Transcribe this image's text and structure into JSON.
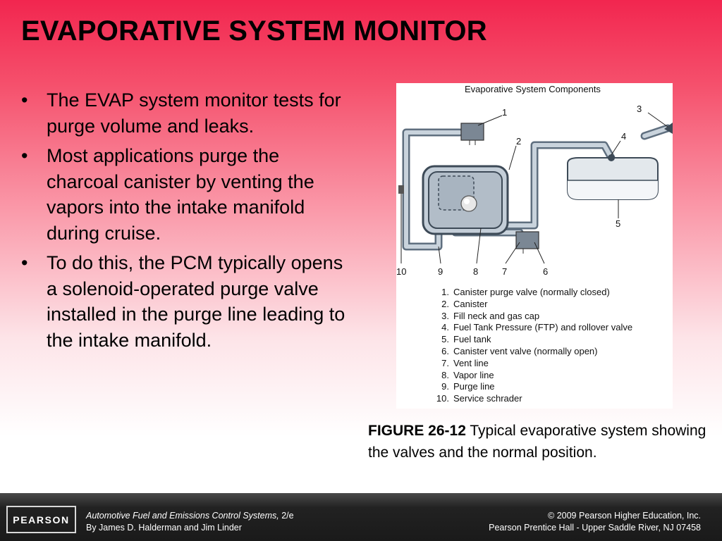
{
  "slide": {
    "title": "EVAPORATIVE SYSTEM MONITOR",
    "bullets": [
      "The EVAP system monitor tests for purge volume and leaks.",
      "Most applications purge the charcoal canister by venting the vapors into the intake manifold during cruise.",
      "To do this, the PCM typically opens a solenoid-operated purge valve installed in the purge line leading to the intake manifold."
    ]
  },
  "figure": {
    "heading": "Evaporative System Components",
    "callouts": [
      "1",
      "2",
      "3",
      "4",
      "5",
      "6",
      "7",
      "8",
      "9",
      "10"
    ],
    "legend": [
      {
        "num": "1.",
        "text": "Canister purge valve (normally closed)"
      },
      {
        "num": "2.",
        "text": "Canister"
      },
      {
        "num": "3.",
        "text": "Fill neck and gas cap"
      },
      {
        "num": "4.",
        "text": "Fuel Tank Pressure (FTP) and rollover valve"
      },
      {
        "num": "5.",
        "text": "Fuel tank"
      },
      {
        "num": "6.",
        "text": "Canister vent valve (normally open)"
      },
      {
        "num": "7.",
        "text": "Vent line"
      },
      {
        "num": "8.",
        "text": "Vapor line"
      },
      {
        "num": "9.",
        "text": "Purge line"
      },
      {
        "num": "10.",
        "text": "Service schrader"
      }
    ],
    "caption_label": "FIGURE 26-12",
    "caption_text": " Typical evaporative system showing the valves and the normal position."
  },
  "footer": {
    "logo": "PEARSON",
    "book_title": "Automotive Fuel and Emissions Control Systems,",
    "edition": " 2/e",
    "authors": "By James D. Halderman and Jim Linder",
    "copyright": "© 2009 Pearson Higher Education, Inc.",
    "publisher": "Pearson Prentice Hall - Upper Saddle River, NJ 07458"
  }
}
